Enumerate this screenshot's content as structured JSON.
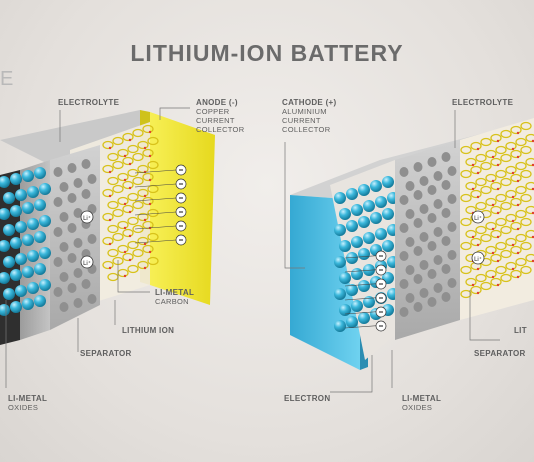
{
  "title": "LITHIUM-ION BATTERY",
  "cut_letter": "E",
  "left": {
    "electrolyte": "ELECTROLYTE",
    "anode": "ANODE (-)",
    "anode_sub": [
      "COPPER",
      "CURRENT",
      "COLLECTOR"
    ],
    "li_metal_carbon": "LI-METAL",
    "li_metal_carbon_sub": "CARBON",
    "lithium_ion": "LITHIUM ION",
    "separator": "SEPARATOR",
    "li_metal_oxides": "LI-METAL",
    "li_metal_oxides_sub": "OXIDES",
    "ion_label": "Li⁺"
  },
  "right": {
    "cathode": "CATHODE (+)",
    "cathode_sub": [
      "ALUMINIUM",
      "CURRENT",
      "COLLECTOR"
    ],
    "electrolyte": "ELECTROLYTE",
    "lithium_ion_cut": "LIT",
    "separator_cut": "SEPARATOR",
    "electron": "ELECTRON",
    "li_metal_oxides": "LI-METAL",
    "li_metal_oxides_sub": "OXIDES",
    "ion_label": "Li⁺"
  },
  "colors": {
    "copper_collector": "#f2e832",
    "aluminium_collector": "#4fc2e6",
    "lithium_sphere": "#3bb8dc",
    "carbon_ring": "#d8c21a",
    "electrolyte": "#c9c9c9"
  }
}
